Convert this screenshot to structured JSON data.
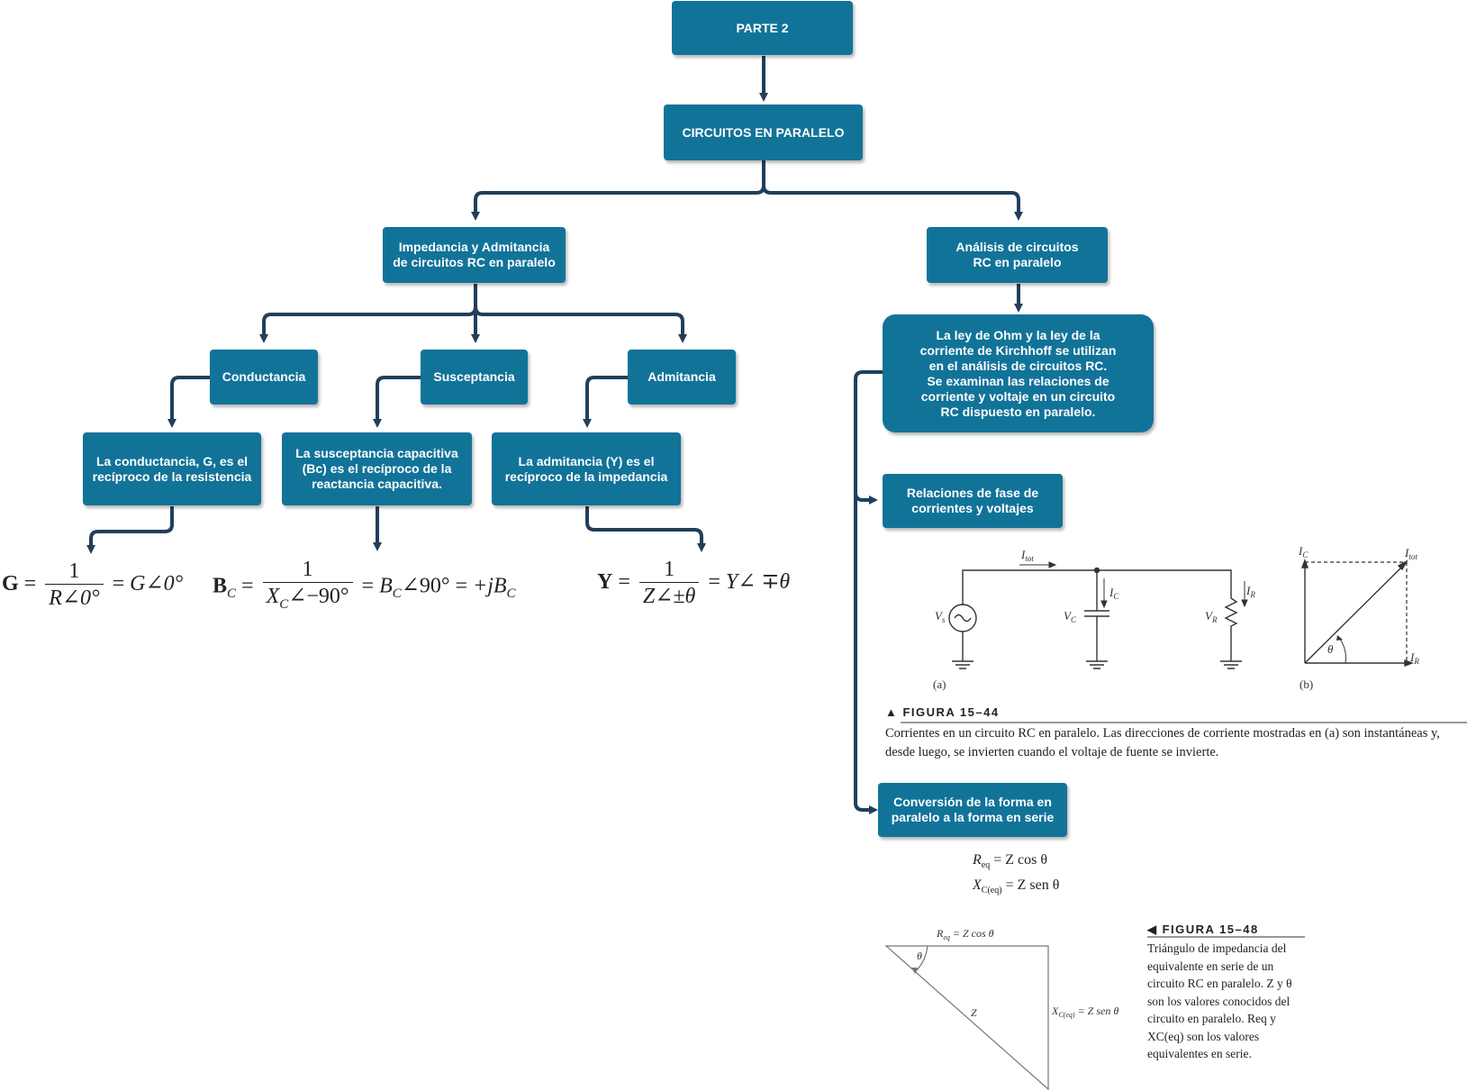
{
  "colors": {
    "box": "#127399",
    "connector": "#213f5a",
    "text": "#ffffff"
  },
  "boxes": {
    "parte": "PARTE 2",
    "circuitos": "CIRCUITOS EN PARALELO",
    "impedancia": [
      "Impedancia y Admitancia",
      "de circuitos RC en paralelo"
    ],
    "analisis": [
      "Análisis de circuitos",
      "RC en paralelo"
    ],
    "conductancia": "Conductancia",
    "susceptancia": "Susceptancia",
    "admitancia": "Admitancia",
    "conductancia_def": [
      "La conductancia, G, es el",
      "recíproco de la resistencia"
    ],
    "susceptancia_def": [
      "La susceptancia capacitiva",
      "(Bc) es el recíproco de la",
      "reactancia capacitiva."
    ],
    "admitancia_def": [
      "La admitancia (Y) es el",
      "recíproco de la impedancia"
    ],
    "ohm": [
      "La ley de Ohm y la ley de la",
      "corriente de Kirchhoff se utilizan",
      "en el análisis de circuitos RC.",
      "Se examinan las relaciones de",
      "corriente y voltaje en un circuito",
      "RC dispuesto en paralelo."
    ],
    "relaciones": [
      "Relaciones de fase de",
      "corrientes y voltajes"
    ],
    "conversion": [
      "Conversión de la forma en",
      "paralelo a la forma en serie"
    ]
  },
  "formulas": {
    "g": {
      "lhs": "G",
      "num": "1",
      "den": "R∠0°",
      "rhs": "G∠0°"
    },
    "b": {
      "lhs": "B",
      "lhs_sub": "C",
      "num": "1",
      "den_x": "X",
      "den_sub": "C",
      "den_rest": "∠−90°",
      "rhs1": "B",
      "rhs1_sub": "C",
      "rhs1_rest": "∠90°",
      "rhs2": "+jB",
      "rhs2_sub": "C"
    },
    "y": {
      "lhs": "Y",
      "num": "1",
      "den": "Z∠±θ",
      "rhs": "Y∠ ∓θ"
    },
    "req": "Z cos θ",
    "xceq": "Z sen θ"
  },
  "figure44": {
    "title": "▲ FIGURA 15–44",
    "caption_line1": "Corrientes en un circuito RC en paralelo. Las direcciones de corriente mostradas en (a) son instantáneas y,",
    "caption_line2": "desde luego, se invierten cuando el voltaje de fuente se invierte.",
    "labels": {
      "itot": "I",
      "itot_sub": "tot",
      "ic": "I",
      "ic_sub": "C",
      "ir": "I",
      "ir_sub": "R",
      "vs": "V",
      "vs_sub": "s",
      "vc": "V",
      "vc_sub": "C",
      "vr": "V",
      "vr_sub": "R",
      "a": "(a)",
      "b": "(b)",
      "theta": "θ"
    }
  },
  "figure48": {
    "title": "◀ FIGURA 15–48",
    "caption": [
      "Triángulo de impedancia del",
      "equivalente en serie de un",
      "circuito RC en paralelo. Z y θ",
      "son los valores conocidos del",
      "circuito en paralelo. Req y",
      "XC(eq) son los valores",
      "equivalentes en serie."
    ],
    "labels": {
      "req": "R",
      "req_sub": "eq",
      "req_rest": " = Z cos θ",
      "xc": "X",
      "xc_sub": "C(eq)",
      "xc_rest": " = Z sen θ",
      "z": "Z",
      "theta": "θ"
    }
  }
}
